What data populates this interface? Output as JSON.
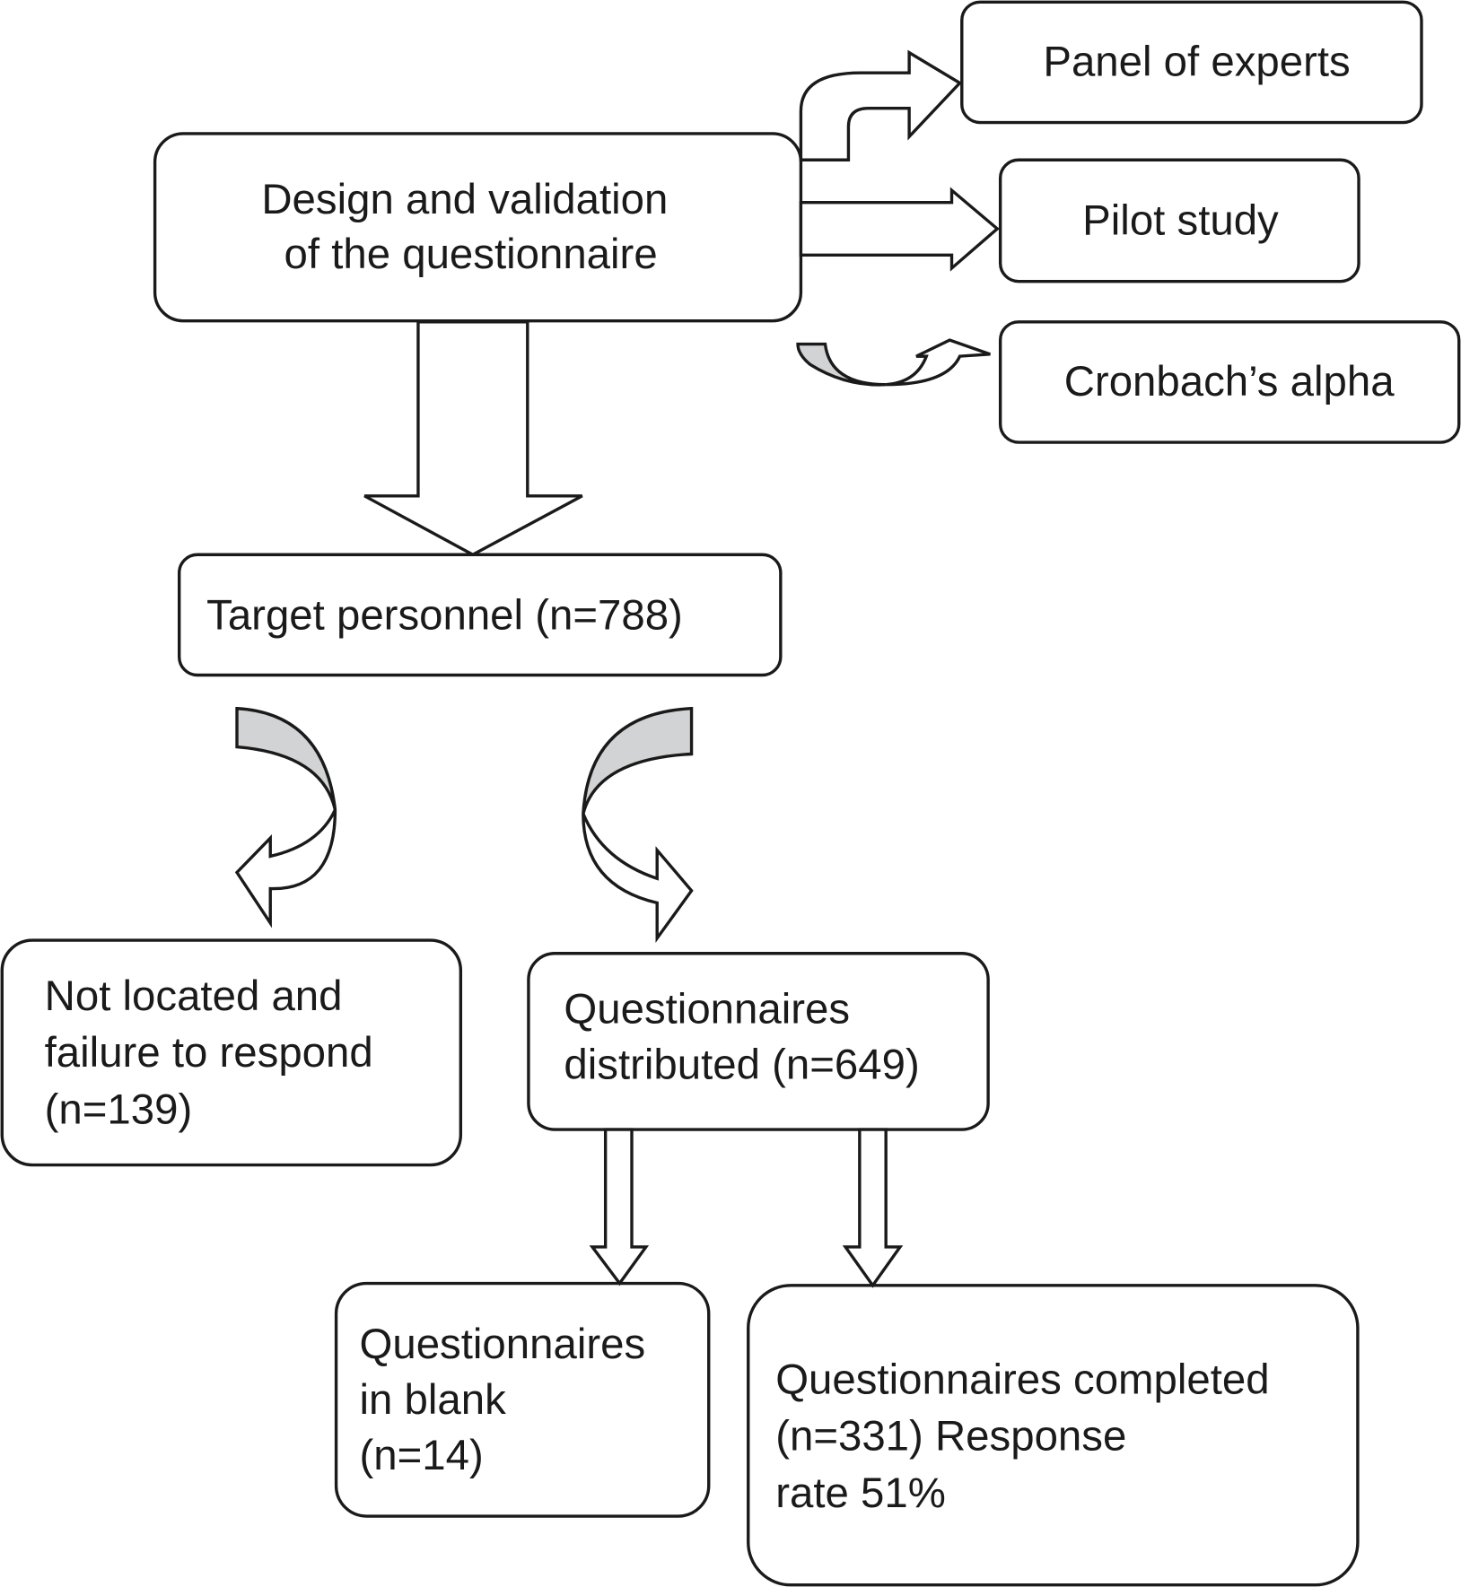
{
  "diagram": {
    "nodes": {
      "design": {
        "lines": [
          "Design and validation",
          "of the questionnaire"
        ]
      },
      "panel": {
        "lines": [
          "Panel of experts"
        ]
      },
      "pilot": {
        "lines": [
          "Pilot study"
        ]
      },
      "cronbach": {
        "lines": [
          "Cronbach’s alpha"
        ]
      },
      "target": {
        "lines": [
          "Target personnel (n=788)"
        ]
      },
      "not_located": {
        "lines": [
          "Not located and",
          "failure to respond",
          "(n=139)"
        ]
      },
      "distributed": {
        "lines": [
          "Questionnaires",
          "distributed (n=649)"
        ]
      },
      "blank": {
        "lines": [
          "Questionnaires",
          "in blank",
          "(n=14)"
        ]
      },
      "completed": {
        "lines": [
          "Questionnaires completed",
          "(n=331) Response",
          "rate 51%"
        ]
      }
    },
    "colors": {
      "stroke": "#1a1a1a",
      "curved_arrow_fill": "#d1d3d4",
      "background": "#ffffff"
    }
  }
}
